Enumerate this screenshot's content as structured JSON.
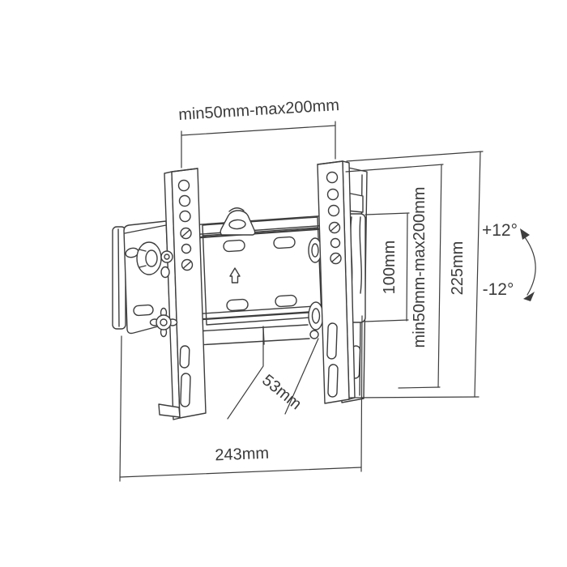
{
  "colors": {
    "line": "#3d3d3d",
    "text": "#3b3b3b",
    "background": "#ffffff"
  },
  "diagram": {
    "dimensions": {
      "top_width": "min50mm-max200mm",
      "side_height_range": "min50mm-max200mm",
      "vesa_spacing": "100mm",
      "bracket_height": "225mm",
      "depth": "53mm",
      "plate_width": "243mm",
      "tilt_up": "+12°",
      "tilt_down": "-12°"
    }
  }
}
